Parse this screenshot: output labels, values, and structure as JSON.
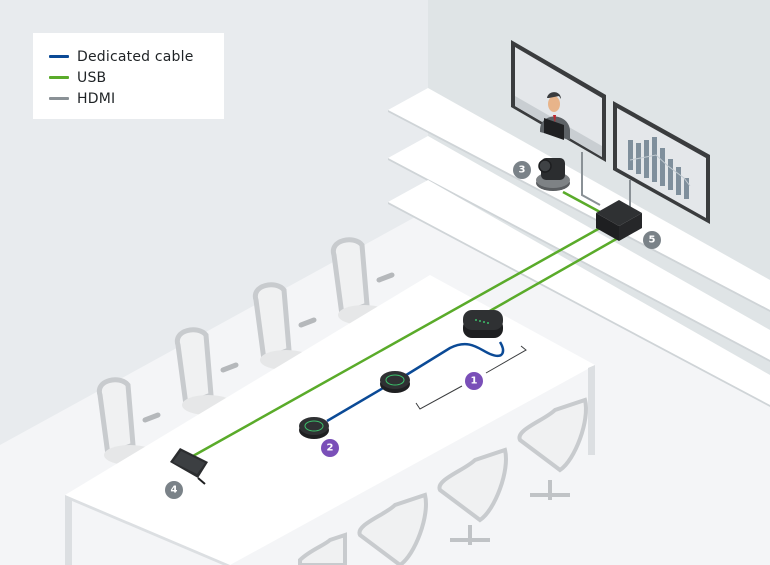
{
  "legend": {
    "items": [
      {
        "label": "Dedicated cable",
        "color": "#0b4a96"
      },
      {
        "label": "USB",
        "color": "#5aab2a"
      },
      {
        "label": "HDMI",
        "color": "#8a9196"
      }
    ]
  },
  "badges": [
    {
      "id": "1",
      "label": "1",
      "color": "#7a4fb8",
      "component": "table-microphone-hub"
    },
    {
      "id": "2",
      "label": "2",
      "color": "#7a4fb8",
      "component": "table-microphone"
    },
    {
      "id": "3",
      "label": "3",
      "color": "#7a8288",
      "component": "ptz-camera"
    },
    {
      "id": "4",
      "label": "4",
      "color": "#7a8288",
      "component": "touch-controller"
    },
    {
      "id": "5",
      "label": "5",
      "color": "#7a8288",
      "component": "room-computer"
    }
  ],
  "colors": {
    "wall_left": "#e8ebee",
    "wall_right": "#dfe4e6",
    "floor": "#f4f5f7",
    "table_top": "#ffffff",
    "device_dark": "#2b2d2f",
    "accent_led": "#3bbf6a"
  },
  "screens": {
    "left": "video-call-person",
    "right": "bar-chart"
  }
}
